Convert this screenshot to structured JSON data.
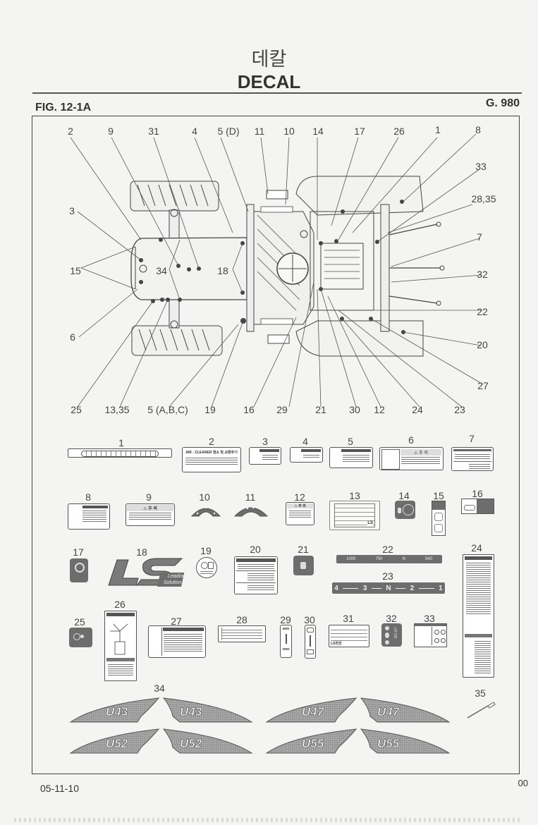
{
  "header": {
    "title_korean": "데칼",
    "title_english": "DECAL",
    "figure_id": "FIG. 12-1A",
    "group_number": "G. 980"
  },
  "footer": {
    "date": "05-11-10",
    "page": "00"
  },
  "diagram": {
    "subject": "tractor top view decal locations",
    "callouts_top": [
      "2",
      "9",
      "31",
      "4",
      "5 (D)",
      "11",
      "10",
      "14",
      "17",
      "26",
      "1",
      "8"
    ],
    "callouts_left": [
      "3",
      "15",
      "6"
    ],
    "callouts_inner": [
      "34",
      "18"
    ],
    "callouts_right": [
      "33",
      "28,35",
      "7",
      "32",
      "22",
      "20",
      "27"
    ],
    "callouts_bottom": [
      "25",
      "13,35",
      "5 (A,B,C)",
      "19",
      "16",
      "29",
      "21",
      "30",
      "12",
      "24",
      "23"
    ]
  },
  "decals": [
    {
      "num": "1",
      "desc": "throttle scale strip"
    },
    {
      "num": "2",
      "desc": "AIR CLEANER label",
      "text": "AIR - CLEANER 청소 및 교환주기"
    },
    {
      "num": "3",
      "desc": "warning label"
    },
    {
      "num": "4",
      "desc": "warning label"
    },
    {
      "num": "5",
      "desc": "warning label"
    },
    {
      "num": "6",
      "desc": "caution label",
      "text": "⚠ 주 의"
    },
    {
      "num": "7",
      "desc": "warning label"
    },
    {
      "num": "8",
      "desc": "warning label"
    },
    {
      "num": "9",
      "desc": "caution label",
      "text": "⚠ 주 의"
    },
    {
      "num": "10",
      "desc": "arc decal"
    },
    {
      "num": "11",
      "desc": "arc decal"
    },
    {
      "num": "12",
      "desc": "caution label",
      "text": "⚠ 주 의"
    },
    {
      "num": "13",
      "desc": "serial plate",
      "brand": "LS"
    },
    {
      "num": "14",
      "desc": "dark symbol decal"
    },
    {
      "num": "15",
      "desc": "vertical symbol decal"
    },
    {
      "num": "16",
      "desc": "symbol decal"
    },
    {
      "num": "17",
      "desc": "dark symbol decal"
    },
    {
      "num": "18",
      "desc": "LS logo",
      "logo": "LS",
      "tagline_1": "Leading",
      "tagline_2": "Solution"
    },
    {
      "num": "19",
      "desc": "round decal"
    },
    {
      "num": "20",
      "desc": "warning label"
    },
    {
      "num": "21",
      "desc": "dark symbol decal"
    },
    {
      "num": "22",
      "desc": "gear range strip",
      "marks": [
        "1000",
        "750",
        "N",
        "540"
      ]
    },
    {
      "num": "23",
      "desc": "gear shift strip",
      "marks": [
        "4",
        "3",
        "N",
        "2",
        "1"
      ]
    },
    {
      "num": "24",
      "desc": "tall instruction label"
    },
    {
      "num": "25",
      "desc": "dark symbol decal"
    },
    {
      "num": "26",
      "desc": "lubrication chart label"
    },
    {
      "num": "27",
      "desc": "warning label"
    },
    {
      "num": "28",
      "desc": "spec plate"
    },
    {
      "num": "29",
      "desc": "4WD/2WD decal",
      "top": "4WD",
      "bottom": "2WD"
    },
    {
      "num": "30",
      "desc": "vertical symbol decal"
    },
    {
      "num": "31",
      "desc": "spec plate",
      "brand": "LS전선"
    },
    {
      "num": "32",
      "desc": "dark decal",
      "text": "UP DN"
    },
    {
      "num": "33",
      "desc": "symbol decal"
    },
    {
      "num": "34",
      "desc": "model badges",
      "models": [
        "U43",
        "U43",
        "U47",
        "U47",
        "U52",
        "U52",
        "U55",
        "U55"
      ]
    },
    {
      "num": "35",
      "desc": "pin / rivet"
    }
  ]
}
